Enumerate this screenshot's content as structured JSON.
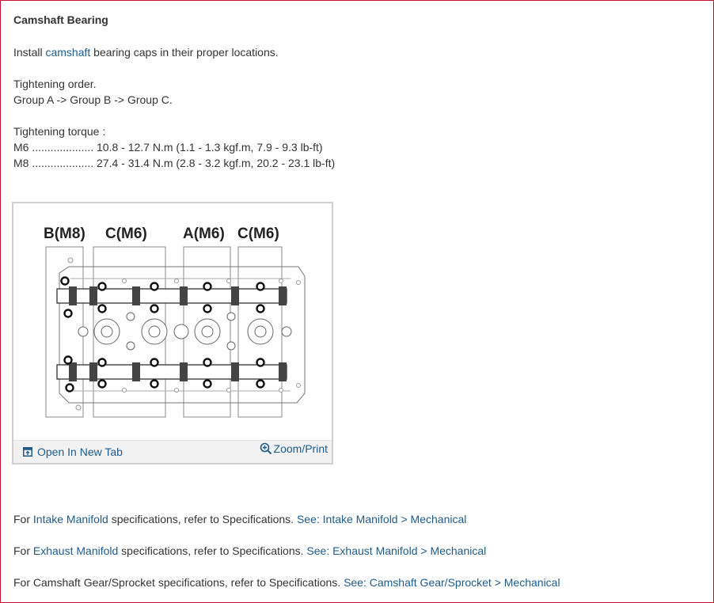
{
  "section": {
    "title": "Camshaft Bearing",
    "install": {
      "prefix": "Install ",
      "link": "camshaft",
      "suffix": " bearing caps in their proper locations."
    },
    "tightening_order_label": "Tightening order.",
    "tightening_order": "Group A -> Group B -> Group C.",
    "torque_label": "Tightening torque :",
    "torque_m6": "M6 .................... 10.8 - 12.7 N.m (1.1 - 1.3 kgf.m, 7.9 - 9.3 lb-ft)",
    "torque_m8": "M8 .................... 27.4 - 31.4 N.m (2.8 - 3.2 kgf.m, 20.2 - 23.1 lb-ft)"
  },
  "figure": {
    "labels": [
      "B(M8)",
      "C(M6)",
      "A(M6)",
      "C(M6)"
    ],
    "open_tab": "Open In New Tab",
    "zoom_print": "Zoom/Print"
  },
  "refs": [
    {
      "prefix": "For ",
      "link": "Intake Manifold",
      "middle": " specifications, refer to Specifications. ",
      "see": "See: Intake Manifold > Mechanical"
    },
    {
      "prefix": "For ",
      "link": "Exhaust Manifold",
      "middle": " specifications, refer to Specifications. ",
      "see": "See: Exhaust Manifold > Mechanical"
    },
    {
      "prefix": "For Camshaft Gear/Sprocket specifications, refer to Specifications. ",
      "link": "",
      "middle": "",
      "see": "See: Camshaft Gear/Sprocket > Mechanical"
    }
  ],
  "colors": {
    "link": "#1f5a8a",
    "text": "#333333",
    "frame": "#c8102e"
  },
  "icons": {
    "open_tab": "open-in-new-tab-icon",
    "zoom": "magnifier-zoom-icon"
  }
}
